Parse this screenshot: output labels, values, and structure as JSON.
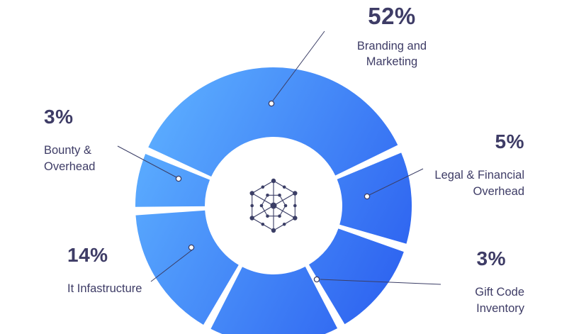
{
  "page": {
    "background": "#ffffff"
  },
  "chart_data": {
    "type": "pie",
    "subtype": "donut",
    "title": "",
    "legend_position": "callouts",
    "center_icon": "network-hexagon",
    "segments": [
      {
        "id": "branding",
        "label": "Branding and Marketing",
        "label_display": "Branding and\nMarketing",
        "pct_label": "52%",
        "value": 52,
        "arc": {
          "start": 295,
          "end": 64
        }
      },
      {
        "id": "legal",
        "label": "Legal & Financial Overhead",
        "label_display": "Legal & Financial\nOverhead",
        "pct_label": "5%",
        "value": 5,
        "arc": {
          "start": 67.5,
          "end": 106
        }
      },
      {
        "id": "gift",
        "label": "Gift Code Inventory",
        "label_display": "Gift Code\nInventory",
        "pct_label": "3%",
        "value": 3,
        "arc": {
          "start": 109.5,
          "end": 149
        }
      },
      {
        "id": "bottom-unlabeled",
        "label": "",
        "label_display": "",
        "pct_label": "",
        "value": null,
        "arc": {
          "start": 152.5,
          "end": 207
        }
      },
      {
        "id": "itinfra",
        "label": "It Infastructure",
        "label_display": "It Infastructure",
        "pct_label": "14%",
        "value": 14,
        "arc": {
          "start": 210.5,
          "end": 266
        }
      },
      {
        "id": "bounty",
        "label": "Bounty & Overhead",
        "label_display": "Bounty &\nOverhead",
        "pct_label": "3%",
        "value": 3,
        "arc": {
          "start": 269.5,
          "end": 292
        }
      }
    ],
    "colors": {
      "gradient_start": "#5CAEFF",
      "gradient_end": "#2D62F0",
      "text": "#3E3C66",
      "line": "#3B3E66",
      "icon": "#3B3E66",
      "dot_fill": "#FFFFFF",
      "background": "#FFFFFF"
    }
  }
}
